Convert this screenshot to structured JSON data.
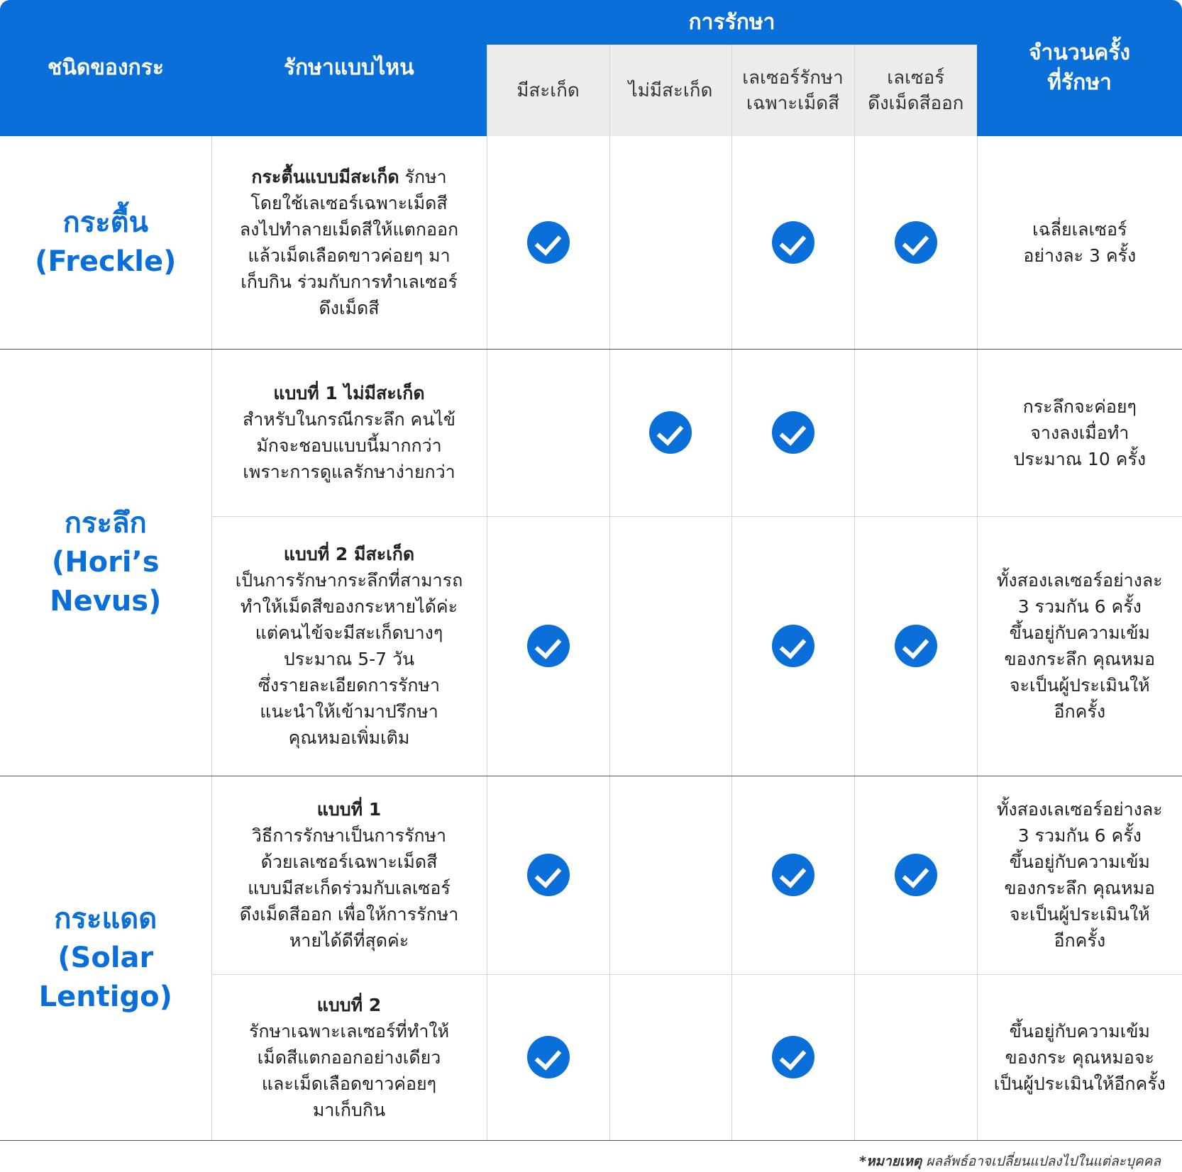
{
  "header": {
    "col_type": "ชนิดของกระ",
    "col_how": "รักษาแบบไหน",
    "col_treatment": "การรักษา",
    "col_sessions_line1": "จำนวนครั้ง",
    "col_sessions_line2": "ที่รักษา",
    "sub_scab": "มีสะเก็ด",
    "sub_no_scab": "ไม่มีสะเก็ด",
    "sub_laser_pigment_line1": "เลเซอร์รักษา",
    "sub_laser_pigment_line2": "เฉพาะเม็ดสี",
    "sub_laser_pull_line1": "เลเซอร์",
    "sub_laser_pull_line2": "ดึงเม็ดสีออก"
  },
  "rows": [
    {
      "type_line1": "กระตื้น",
      "type_line2": "(Freckle)",
      "desc_title": "กระตื้นแบบมีสะเก็ด",
      "desc_lines": [
        " รักษา",
        "โดยใช้เลเซอร์เฉพาะเม็ดสี",
        "ลงไปทำลายเม็ดสีให้แตกออก",
        "แล้วเม็ดเลือดขาวค่อยๆ มา",
        "เก็บกิน ร่วมกับการทำเลเซอร์",
        "ดึงเม็ดสี"
      ],
      "checks": [
        true,
        false,
        true,
        true
      ],
      "count_lines": [
        "เฉลี่ยเลเซอร์",
        "อย่างละ 3 ครั้ง"
      ]
    },
    {
      "type_line1": "กระลึก",
      "type_line2": "(Hori’s",
      "type_line3": "Nevus)",
      "desc_title": "แบบที่ 1 ไม่มีสะเก็ด",
      "desc_lines": [
        "สำหรับในกรณีกระลึก คนไข้",
        "มักจะชอบแบบนี้มากกว่า",
        "เพราะการดูแลรักษาง่ายกว่า"
      ],
      "checks": [
        false,
        true,
        true,
        false
      ],
      "count_lines": [
        "กระลึกจะค่อยๆ",
        "จางลงเมื่อทำ",
        "ประมาณ 10 ครั้ง"
      ]
    },
    {
      "desc_title": "แบบที่ 2 มีสะเก็ด",
      "desc_lines": [
        "เป็นการรักษากระลึกที่สามารถ",
        "ทำให้เม็ดสีของกระหายได้ค่ะ",
        "แต่คนไข้จะมีสะเก็ดบางๆ",
        "ประมาณ 5-7 วัน",
        "ซึ่งรายละเอียดการรักษา",
        "แนะนำให้เข้ามาปรึกษา",
        "คุณหมอเพิ่มเติม"
      ],
      "checks": [
        true,
        false,
        true,
        true
      ],
      "count_lines": [
        "ทั้งสองเลเซอร์อย่างละ",
        "3 รวมกัน 6 ครั้ง",
        "ขึ้นอยู่กับความเข้ม",
        "ของกระลึก คุณหมอ",
        "จะเป็นผู้ประเมินให้",
        "อีกครั้ง"
      ]
    },
    {
      "type_line1": "กระแดด",
      "type_line2": "(Solar",
      "type_line3": "Lentigo)",
      "desc_title": "แบบที่ 1",
      "desc_lines": [
        "วิธีการรักษาเป็นการรักษา",
        "ด้วยเลเซอร์เฉพาะเม็ดสี",
        "แบบมีสะเก็ดร่วมกับเลเซอร์",
        "ดึงเม็ดสีออก เพื่อให้การรักษา",
        "หายได้ดีที่สุดค่ะ"
      ],
      "checks": [
        true,
        false,
        true,
        true
      ],
      "count_lines": [
        "ทั้งสองเลเซอร์อย่างละ",
        "3 รวมกัน 6 ครั้ง",
        "ขึ้นอยู่กับความเข้ม",
        "ของกระลึก คุณหมอ",
        "จะเป็นผู้ประเมินให้",
        "อีกครั้ง"
      ]
    },
    {
      "desc_title": "แบบที่ 2",
      "desc_lines": [
        "รักษาเฉพาะเลเซอร์ที่ทำให้",
        "เม็ดสีแตกออกอย่างเดียว",
        "และเม็ดเลือดขาวค่อยๆ",
        "มาเก็บกิน"
      ],
      "checks": [
        true,
        false,
        true,
        false
      ],
      "count_lines": [
        "ขึ้นอยู่กับความเข้ม",
        "ของกระ คุณหมอจะ",
        "เป็นผู้ประเมินให้อีกครั้ง"
      ]
    }
  ],
  "footnote": {
    "label": "*หมายเหตุ",
    "text": " ผลลัพธ์อาจเปลี่ยนแปลงไปในแต่ละบุคคล"
  },
  "icons": {
    "check": "check-circle-icon"
  },
  "colors": {
    "accent": "#0a6fd8",
    "subheader_bg": "#ececec"
  }
}
